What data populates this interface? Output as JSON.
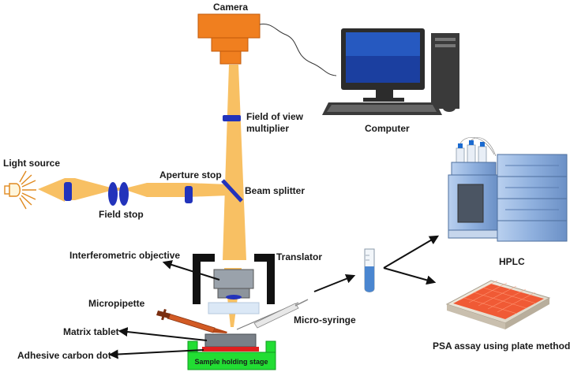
{
  "labels": {
    "camera": "Camera",
    "computer": "Computer",
    "fov_line1": "Field of view",
    "fov_line2": "multiplier",
    "light_source": "Light source",
    "aperture_stop": "Aperture stop",
    "beam_splitter": "Beam splitter",
    "field_stop": "Field stop",
    "interferometric_objective": "Interferometric objective",
    "translator": "Translator",
    "micropipette": "Micropipette",
    "micro_syringe": "Micro-syringe",
    "matrix_tablet": "Matrix tablet",
    "adhesive_carbon_dot": "Adhesive carbon dot",
    "sample_holding_stage": "Sample holding stage",
    "hplc": "HPLC",
    "psa_assay": "PSA assay using plate method"
  },
  "colors": {
    "beam": "#f8c063",
    "camera": "#f07f1f",
    "optic_blue": "#2233bb",
    "stage_green": "#22dd33",
    "tablet_red": "#e0201f",
    "plate_orange": "#f05a35",
    "hplc_blue": "#7fa6d6"
  }
}
